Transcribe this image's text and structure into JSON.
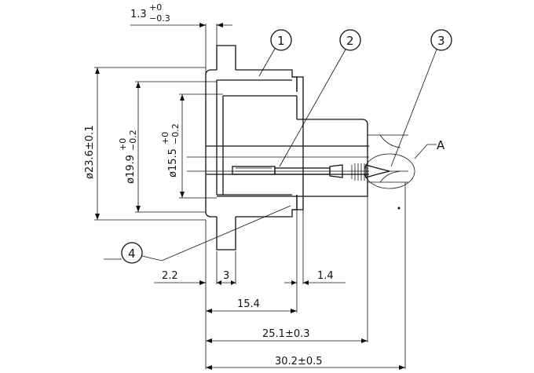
{
  "dimensions": {
    "flange_thickness": {
      "base": "1.3",
      "upper_tol": "+0",
      "lower_tol": "−0.3"
    },
    "dia_outer": "ø23.6±0.1",
    "dia_mid": {
      "base": "ø19.9",
      "upper_tol": "+0",
      "lower_tol": "−0.2"
    },
    "dia_inner": {
      "base": "ø15.5",
      "upper_tol": "+0",
      "lower_tol": "−0.2"
    },
    "d_2_2": "2.2",
    "d_3": "3",
    "d_1_4": "1.4",
    "d_15_4": "15.4",
    "d_25_1": "25.1±0.3",
    "d_30_2": "30.2±0.5"
  },
  "callouts": [
    "1",
    "2",
    "3",
    "4"
  ],
  "detail_label": "A",
  "colors": {
    "line": "#111111",
    "background": "#ffffff"
  }
}
